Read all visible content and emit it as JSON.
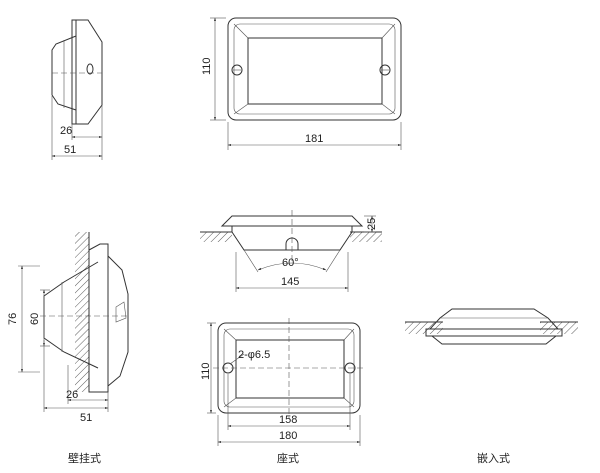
{
  "dimensions": {
    "top_side_depth_inner": "26",
    "top_side_depth_total": "51",
    "top_front_height": "110",
    "top_front_width": "181",
    "section_height": "25",
    "section_angle": "60°",
    "section_width": "145",
    "left_outer_height": "76",
    "left_inner_height": "60",
    "left_depth_inner": "26",
    "left_depth_total": "51",
    "bottom_front_height": "110",
    "bottom_hole_label": "2-φ6.5",
    "bottom_inner_width": "158",
    "bottom_outer_width": "180"
  },
  "captions": {
    "wall_mounted": "壁挂式",
    "seat_type": "座式",
    "embedded": "嵌入式"
  }
}
